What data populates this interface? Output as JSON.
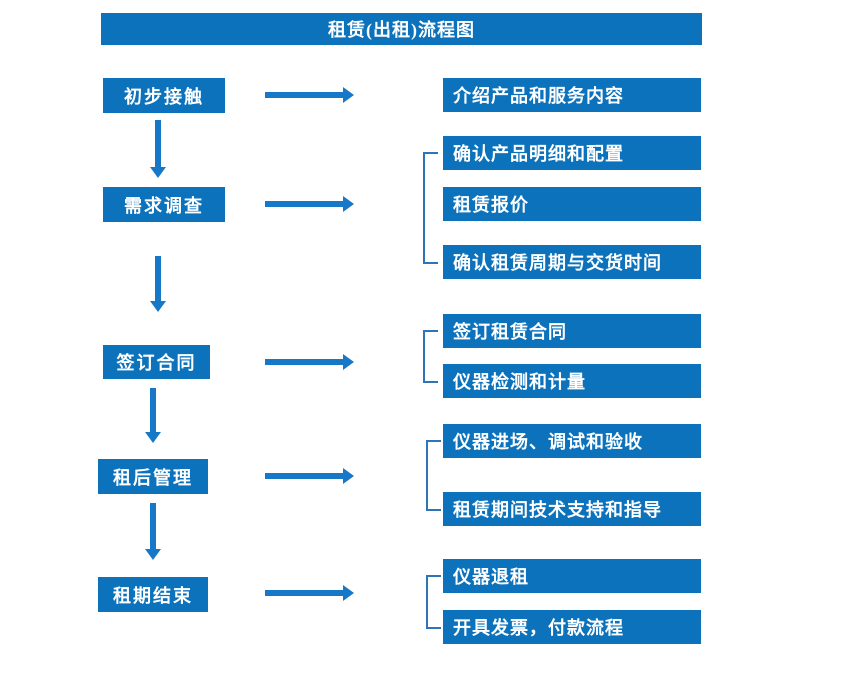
{
  "title": "租赁(出租)流程图",
  "colors": {
    "box": "#0C72BC",
    "arrow": "#1878C8",
    "bracket": "#2E75B6",
    "text": "#FFFFFF",
    "page-bg": "#FFFFFF"
  },
  "steps": [
    {
      "label": "初步接触",
      "outputs": [
        "介绍产品和服务内容"
      ]
    },
    {
      "label": "需求调查",
      "outputs": [
        "确认产品明细和配置",
        "租赁报价",
        "确认租赁周期与交货时间"
      ]
    },
    {
      "label": "签订合同",
      "outputs": [
        "签订租赁合同",
        "仪器检测和计量"
      ]
    },
    {
      "label": "租后管理",
      "outputs": [
        "仪器进场、调试和验收",
        "租赁期间技术支持和指导"
      ]
    },
    {
      "label": "租期结束",
      "outputs": [
        "仪器退租",
        "开具发票，付款流程"
      ]
    }
  ]
}
